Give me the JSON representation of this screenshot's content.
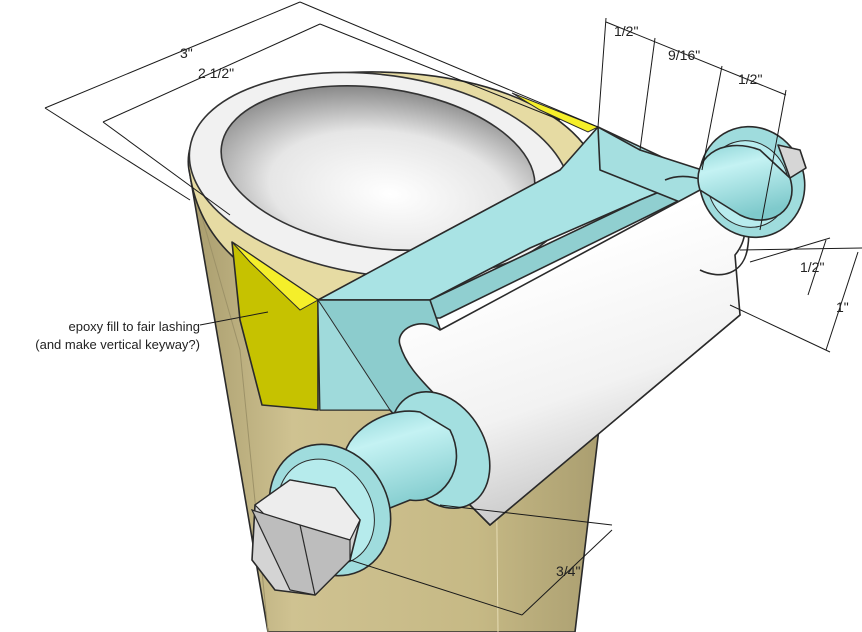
{
  "dimensions": {
    "outer_width": "3\"",
    "inner_width": "2 1/2\"",
    "gap_a": "1/2\"",
    "gap_b": "9/16\"",
    "gap_c": "1/2\"",
    "roller_radius": "1/2\"",
    "roller_height": "1\"",
    "bolt_offset": "3/4\""
  },
  "annotation": {
    "line1": "epoxy fill to fair lashing",
    "line2": "(and make vertical keyway?)"
  },
  "colors": {
    "background": "#ffffff",
    "tube_body": "#cfc291",
    "tube_top": "#e8dda6",
    "tube_shadow": "#b3a778",
    "epoxy_fill": "#c9c400",
    "epoxy_highlight": "#ffff33",
    "bracket": "#a8e2e3",
    "bracket_dark": "#8ccccd",
    "roller": "#f2f2f2",
    "bolt_head": "#d9d9d9"
  }
}
